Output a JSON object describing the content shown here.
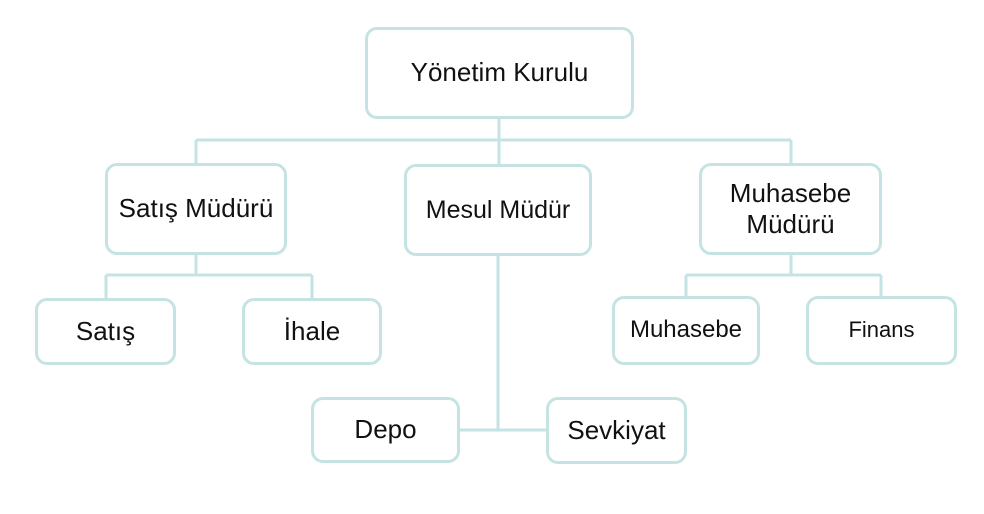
{
  "diagram": {
    "root": {
      "label": "Yönetim Kurulu"
    },
    "level1": [
      {
        "label": "Satış Müdürü"
      },
      {
        "label": "Mesul Müdür"
      },
      {
        "label": "Muhasebe Müdürü"
      }
    ],
    "sales_children": [
      {
        "label": "Satış"
      },
      {
        "label": "İhale"
      }
    ],
    "mesul_children": [
      {
        "label": "Depo"
      },
      {
        "label": "Sevkiyat"
      }
    ],
    "accounting_children": [
      {
        "label": "Muhasebe"
      },
      {
        "label": "Finans"
      }
    ],
    "colors": {
      "border": "#c5e3e3",
      "connector": "#c5e3e3",
      "text": "#111111",
      "background": "#ffffff"
    }
  }
}
